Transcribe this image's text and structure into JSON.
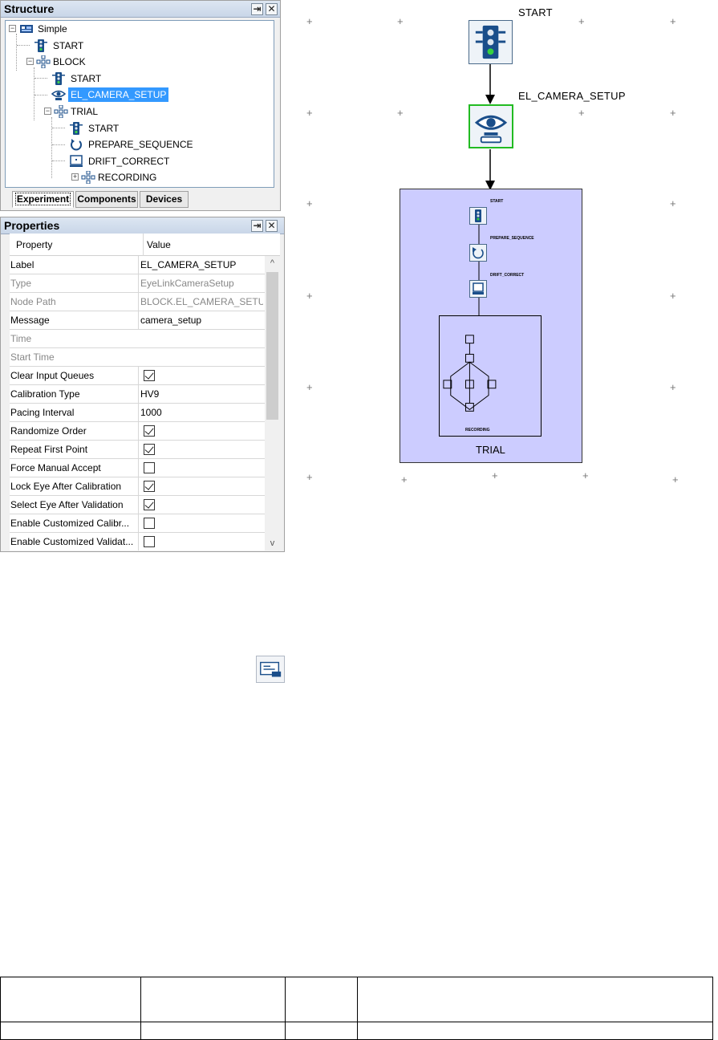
{
  "structure": {
    "title": "Structure",
    "pin_glyph": "⇥",
    "close_glyph": "✕",
    "tree": [
      {
        "label": "Simple",
        "icon": "experiment-icon"
      },
      {
        "label": "START",
        "icon": "traffic-light-icon"
      },
      {
        "label": "BLOCK",
        "icon": "sequence-icon"
      },
      {
        "label": "START",
        "icon": "traffic-light-icon"
      },
      {
        "label": "EL_CAMERA_SETUP",
        "icon": "eye-icon",
        "selected": true
      },
      {
        "label": "TRIAL",
        "icon": "sequence-icon"
      },
      {
        "label": "START",
        "icon": "traffic-light-icon"
      },
      {
        "label": "PREPARE_SEQUENCE",
        "icon": "refresh-icon"
      },
      {
        "label": "DRIFT_CORRECT",
        "icon": "monitor-icon"
      },
      {
        "label": "RECORDING",
        "icon": "sequence-icon"
      }
    ],
    "tabs": [
      "Experiment",
      "Components",
      "Devices"
    ],
    "active_tab": "Experiment"
  },
  "properties": {
    "title": "Properties",
    "pin_glyph": "⇥",
    "close_glyph": "✕",
    "col_property": "Property",
    "col_value": "Value",
    "scroll_up": "^",
    "scroll_down": "v",
    "rows": [
      {
        "key": "Label",
        "value": "EL_CAMERA_SETUP"
      },
      {
        "key": "Type",
        "value": "EyeLinkCameraSetup",
        "readonly": true
      },
      {
        "key": "Node Path",
        "value": "BLOCK.EL_CAMERA_SETUP",
        "readonly": true
      },
      {
        "key": "Message",
        "value": "camera_setup"
      },
      {
        "key": "Time",
        "value": "",
        "readonly": true
      },
      {
        "key": "Start Time",
        "value": "",
        "readonly": true
      },
      {
        "key": "Clear Input Queues",
        "checked": true
      },
      {
        "key": "Calibration Type",
        "value": "HV9"
      },
      {
        "key": "Pacing Interval",
        "value": "1000"
      },
      {
        "key": "Randomize Order",
        "checked": true
      },
      {
        "key": "Repeat First Point",
        "checked": true
      },
      {
        "key": "Force Manual Accept",
        "checked": false
      },
      {
        "key": "Lock Eye After Calibration",
        "checked": true
      },
      {
        "key": "Select Eye After Validation",
        "checked": true
      },
      {
        "key": "Enable Customized Calibr...",
        "checked": false
      },
      {
        "key": "Enable Customized Validat...",
        "checked": false
      }
    ]
  },
  "canvas": {
    "nodes": {
      "start": "START",
      "camera_setup": "EL_CAMERA_SETUP",
      "trial": "TRIAL",
      "trial_start": "START",
      "prepare_sequence": "PREPARE_SEQUENCE",
      "drift_correct": "DRIFT_CORRECT",
      "recording": "RECORDING"
    },
    "grid_marker": "+",
    "colors": {
      "trial_fill": "#ccccff",
      "camera_border": "#22bb22",
      "icon_blue": "#1a4e8a"
    }
  },
  "floating_icon": "message-icon"
}
